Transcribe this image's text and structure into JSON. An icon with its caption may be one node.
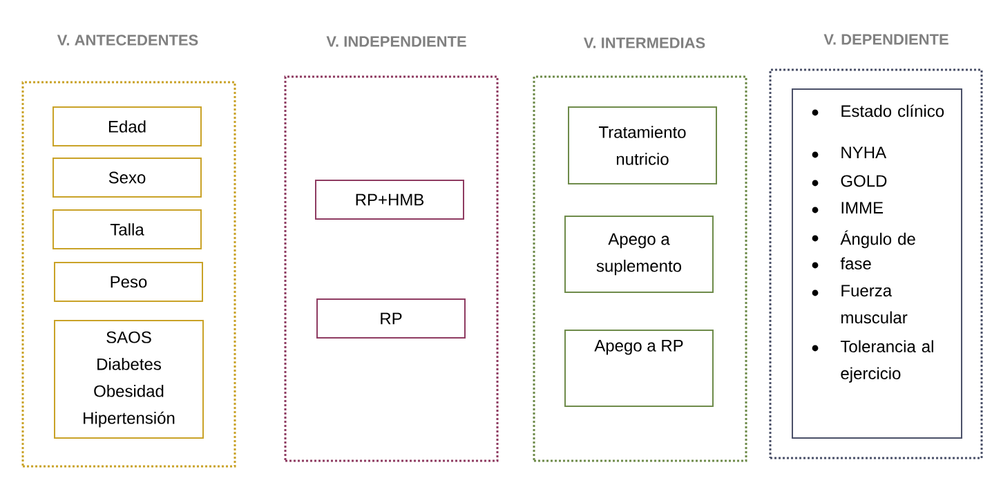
{
  "diagram": {
    "nodes": [
      {
        "text": [
          "V. ANTECEDENTES"
        ]
      },
      {
        "text": [
          "Edad"
        ],
        "in": 0
      },
      {
        "text": [
          "Sexo"
        ],
        "in": 0
      },
      {
        "text": [
          "Talla"
        ],
        "in": 0
      },
      {
        "text": [
          "Peso"
        ],
        "in": 0
      },
      {
        "text": [
          "SAOS",
          "Diabetes",
          "Obesidad",
          "Hipertensión"
        ],
        "in": 0
      },
      {
        "text": [
          "V. INDEPENDIENTE"
        ]
      },
      {
        "text": [
          "RP+HMB"
        ],
        "in": 6
      },
      {
        "text": [
          "RP"
        ],
        "in": 6
      },
      {
        "text": [
          "V. INTERMEDIAS"
        ]
      },
      {
        "text": [
          "Tratamiento nutricio"
        ],
        "in": 9
      },
      {
        "text": [
          "Apego a suplemento"
        ],
        "in": 9
      },
      {
        "text": [
          "Apego a RP"
        ],
        "in": 9
      },
      {
        "text": [
          "V. DEPENDIENTE"
        ]
      },
      {
        "text": [
          "Estado clínico",
          "NYHA",
          "GOLD",
          "IMME",
          "Ángulo de",
          "fase",
          "Fuerza muscular",
          "Tolerancia al ejercicio"
        ],
        "in": 13
      }
    ]
  }
}
